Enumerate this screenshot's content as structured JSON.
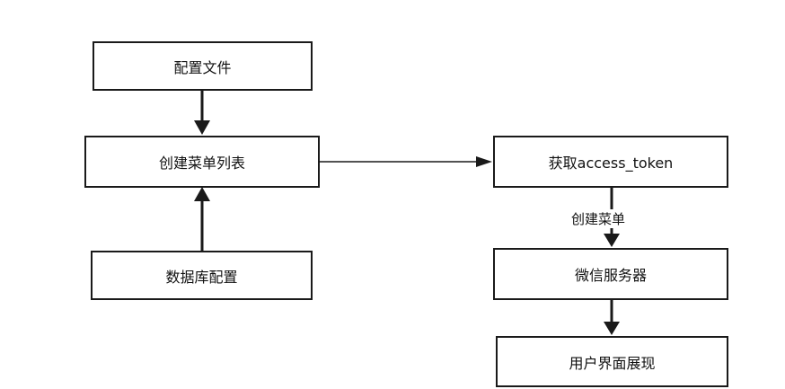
{
  "nodes": {
    "config_file": "配置文件",
    "create_menu_list": "创建菜单列表",
    "db_config": "数据库配置",
    "get_token": "获取access_token",
    "wechat_server": "微信服务器",
    "user_ui": "用户界面展现"
  },
  "edges": {
    "token_to_server_label": "创建菜单"
  },
  "colors": {
    "stroke": "#1a1a1a",
    "text": "#111111",
    "background": "#ffffff"
  }
}
